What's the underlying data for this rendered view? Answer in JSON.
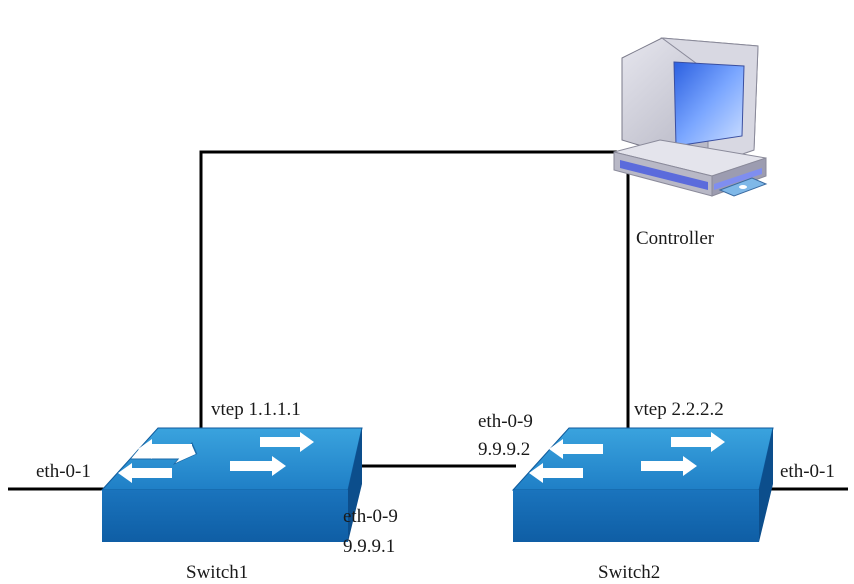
{
  "diagram": {
    "controller": {
      "label": "Controller"
    },
    "switch1": {
      "label": "Switch1",
      "vtep": "vtep 1.1.1.1",
      "left_port": "eth-0-1",
      "right_port": "eth-0-9",
      "right_ip": "9.9.9.1"
    },
    "switch2": {
      "label": "Switch2",
      "vtep": "vtep 2.2.2.2",
      "left_port": "eth-0-9",
      "left_ip": "9.9.9.2",
      "right_port": "eth-0-1"
    },
    "colors": {
      "line": "#000000",
      "switch_top": "#2c8fd0",
      "switch_front": "#1366ad",
      "switch_side": "#0c4e8c",
      "monitor_body": "#c9c9d3",
      "screen": "#5a8df0",
      "base_stripe": "#5b6bdc"
    },
    "icons": [
      "switch-icon",
      "computer-icon"
    ]
  }
}
